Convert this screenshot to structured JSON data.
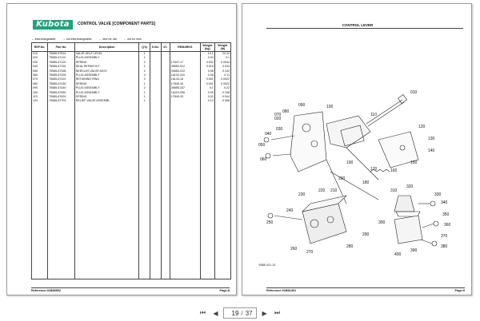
{
  "left_page": {
    "logo": "Kubota",
    "title": "CONTROL VALVE [COMPONENT PARTS]",
    "legend": [
      "↔ interchangeable;",
      "→ not interchangeable;",
      "→ new for old;",
      "← old for new"
    ],
    "columns": [
      "REF.No.",
      "Part No.",
      "Description",
      "Q'ty",
      "S.No.",
      "I/C",
      "REMARKS",
      "Weight (kg)",
      "Weight (lb)"
    ],
    "rows": [
      [
        "010",
        "75585-67614",
        "VALVE,SELF LEVEL",
        "1",
        "",
        "",
        "",
        "10.1",
        "22.22"
      ],
      [
        "020",
        "75585-67112",
        "PLUG ASSEMBLY",
        "1",
        "",
        "",
        "",
        "0.04",
        "0.1"
      ],
      [
        "030",
        "75585-67120",
        "SPRING",
        "2",
        "",
        "",
        "17647-17",
        "0.002",
        "0.0044"
      ],
      [
        "040",
        "75585-67130",
        "SEAL REPAIR KIT",
        "1",
        "",
        "",
        "39855-912",
        "0.015",
        "0.033"
      ],
      [
        "050",
        "75585-67338",
        "NEEDLES VALVE ASSY",
        "2",
        "",
        "",
        "03855-010",
        "0.06",
        "0.132"
      ],
      [
        "060",
        "75585-67326",
        "PLUG ASSEMBLY",
        "4",
        "",
        "",
        "16103-310",
        "0.05",
        "0.11"
      ],
      [
        "070",
        "75585-67420",
        "RETAINING RING",
        "2",
        "",
        "",
        "16143-16",
        "0.001",
        "0.0022"
      ],
      [
        "080",
        "75585-67430",
        "SPRING",
        "1",
        "",
        "",
        "17845-16",
        "0.001",
        "0.0022"
      ],
      [
        "090",
        "75585-67440",
        "PLUG ASSEMBLY",
        "2",
        "",
        "",
        "39855-337",
        "0.1",
        "0.22"
      ],
      [
        "100",
        "75585-67450",
        "PLUG ASSEMBLY",
        "1",
        "",
        "",
        "16224-056",
        "0.09",
        "0.198"
      ],
      [
        "110",
        "75585-67620",
        "SPRING",
        "1",
        "",
        "",
        "17845-33",
        "0.02",
        "0.044"
      ],
      [
        "120",
        "75585-67703",
        "RELIEF VALVE ASSEMBL",
        "1",
        "",
        "",
        "",
        "0.14",
        "0.308"
      ]
    ],
    "reference": "Reference:01B80502",
    "page": "Page:8"
  },
  "right_page": {
    "title": "CONTROL LEVER",
    "diagram_code": "YB8E-021-13",
    "callouts": [
      "010",
      "020",
      "030",
      "040",
      "050",
      "060",
      "070",
      "080",
      "090",
      "100",
      "110",
      "120",
      "130",
      "140",
      "150",
      "160",
      "170",
      "180",
      "190",
      "200",
      "210",
      "220",
      "230",
      "240",
      "250",
      "260",
      "270",
      "280",
      "290",
      "300",
      "310",
      "320",
      "330",
      "340",
      "350",
      "360",
      "370",
      "380",
      "390",
      "400"
    ],
    "reference": "Reference:01B81301",
    "page": "Page:9"
  },
  "toolbar": {
    "current_page": "19",
    "separator": "/",
    "total_pages": "37"
  }
}
